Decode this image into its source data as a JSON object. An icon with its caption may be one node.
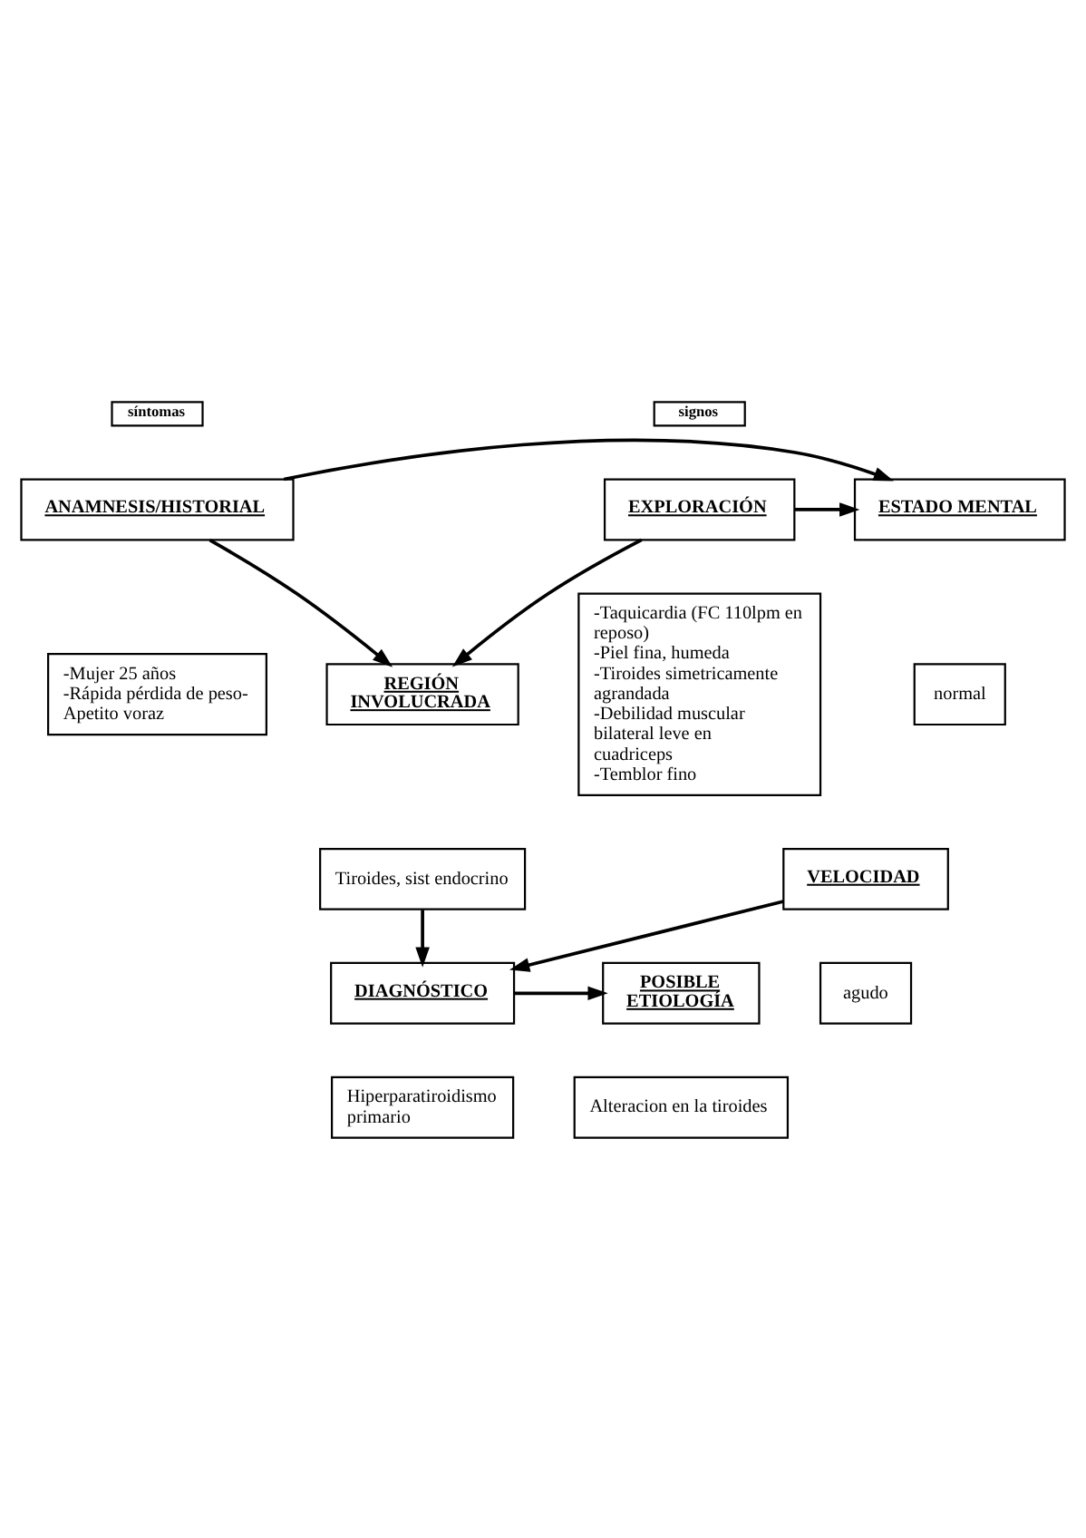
{
  "diagram": {
    "nodes": [
      {
        "text": [
          "síntomas"
        ]
      },
      {
        "text": [
          "ANAMNESIS/HISTORIAL"
        ]
      },
      {
        "text": [
          "-Mujer 25 años",
          "-Rápida pérdida de peso- Apetito voraz"
        ]
      },
      {
        "text": [
          "ESTADO MENTAL"
        ]
      },
      {
        "text": [
          "normal"
        ]
      },
      {
        "text": [
          "signos"
        ]
      },
      {
        "text": [
          "EXPLORACIÓN"
        ]
      },
      {
        "text": [
          "-Taquicardia (FC 110lpm en reposo)",
          "-Piel fina, humeda",
          "-Tiroides simetricamente agrandada",
          "-Debilidad muscular bilateral leve en cuadriceps",
          "-Temblor fino"
        ]
      },
      {
        "text": [
          "REGIÓN INVOLUCRADA"
        ]
      },
      {
        "text": [
          "Tiroides, sist endocrino"
        ]
      },
      {
        "text": [
          "VELOCIDAD"
        ]
      },
      {
        "text": [
          "agudo"
        ]
      },
      {
        "text": [
          "DIAGNÓSTICO"
        ]
      },
      {
        "text": [
          "Hiperparatiroidismo primario"
        ]
      },
      {
        "text": [
          "POSIBLE ETIOLOGÍA"
        ]
      },
      {
        "text": [
          "Alteracion en la tiroides"
        ]
      }
    ],
    "edges": [
      {
        "from": 1,
        "to": 3,
        "arrow": "to"
      },
      {
        "from": 6,
        "to": 3,
        "arrow": "to"
      },
      {
        "from": 1,
        "to": 8,
        "arrow": "to"
      },
      {
        "from": 6,
        "to": 8,
        "arrow": "to"
      },
      {
        "from": 9,
        "to": 12,
        "arrow": "to"
      },
      {
        "from": 10,
        "to": 12,
        "arrow": "to"
      },
      {
        "from": 12,
        "to": 14,
        "arrow": "to"
      }
    ]
  }
}
